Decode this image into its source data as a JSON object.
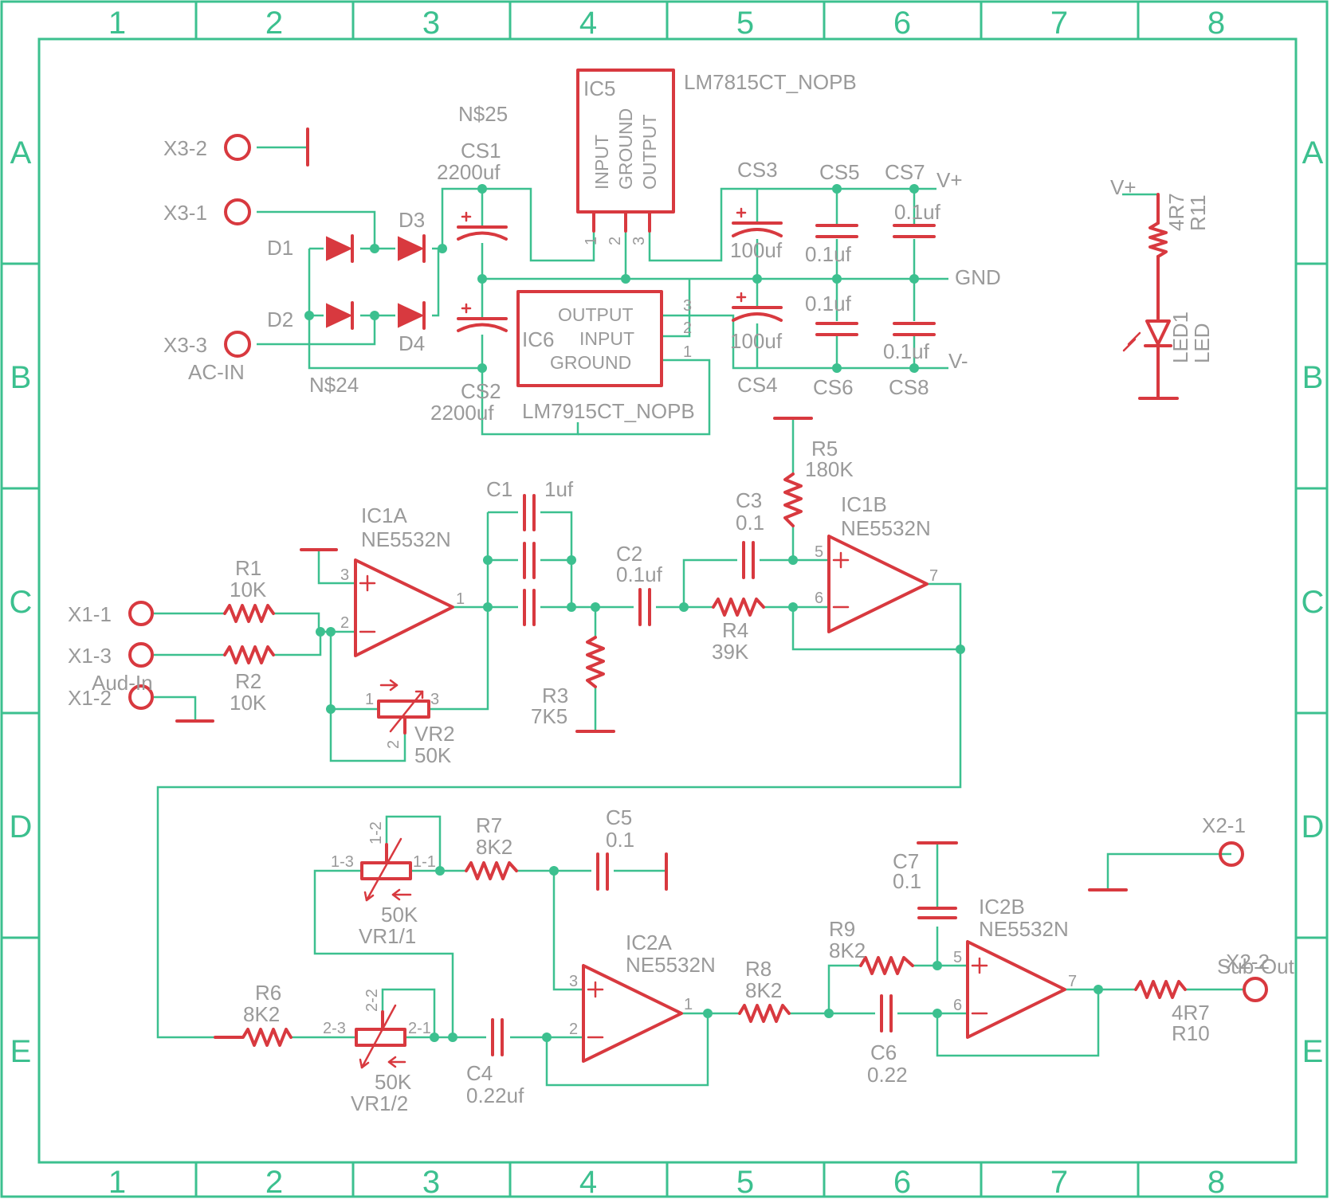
{
  "frame": {
    "columns": [
      "1",
      "2",
      "3",
      "4",
      "5",
      "6",
      "7",
      "8"
    ],
    "rows": [
      "A",
      "B",
      "C",
      "D",
      "E"
    ]
  },
  "power": {
    "x3_2": "X3-2",
    "x3_1": "X3-1",
    "x3_3": "X3-3",
    "ac_in": "AC-IN",
    "d1": "D1",
    "d2": "D2",
    "d3": "D3",
    "d4": "D4",
    "n25": "N$25",
    "n24": "N$24",
    "cs1": "CS1",
    "cs1_val": "2200uf",
    "cs2": "CS2",
    "cs2_val": "2200uf",
    "ic5": "IC5",
    "ic5_part": "LM7815CT_NOPB",
    "ic5_in": "INPUT",
    "ic5_gnd": "GROUND",
    "ic5_out": "OUTPUT",
    "ic6": "IC6",
    "ic6_part": "LM7915CT_NOPB",
    "ic6_out": "OUTPUT",
    "ic6_in": "INPUT",
    "ic6_gnd": "GROUND",
    "cs3": "CS3",
    "cs3_val": "100uf",
    "cs4": "CS4",
    "cs4_val": "100uf",
    "cs5": "CS5",
    "cs5_val": "0.1uf",
    "cs6": "CS6",
    "cs6_val": "0.1uf",
    "cs7": "CS7",
    "cs7_val": "0.1uf",
    "cs8": "CS8",
    "cs8_val": "0.1uf",
    "vplus": "V+",
    "vminus": "V-",
    "gnd": "GND",
    "p1": "1",
    "p2": "2",
    "p3": "3"
  },
  "led": {
    "vplus": "V+",
    "r11": "R11",
    "r11_val": "4R7",
    "led1": "LED1",
    "led1_val": "LED"
  },
  "stage1": {
    "x1_1": "X1-1",
    "x1_3": "X1-3",
    "x1_2": "X1-2",
    "aud_in": "Aud-In",
    "r1": "R1",
    "r1_val": "10K",
    "r2": "R2",
    "r2_val": "10K",
    "ic1a": "IC1A",
    "ic1a_part": "NE5532N",
    "c1": "C1",
    "c1_val": "1uf",
    "c2": "C2",
    "c2_val": "0.1uf",
    "r3": "R3",
    "r3_val": "7K5",
    "vr2": "VR2",
    "vr2_val": "50K",
    "c3": "C3",
    "c3_val": "0.1",
    "r4": "R4",
    "r4_val": "39K",
    "r5": "R5",
    "r5_val": "180K",
    "ic1b": "IC1B",
    "ic1b_part": "NE5532N",
    "pin1": "1",
    "pin2": "2",
    "pin3": "3",
    "pin5": "5",
    "pin6": "6",
    "pin7": "7"
  },
  "stage2": {
    "vr1_1": "VR1/1",
    "vr1_1_val": "50K",
    "vr1_2": "VR1/2",
    "vr1_2_val": "50K",
    "p1_1": "1-1",
    "p1_2": "1-2",
    "p1_3": "1-3",
    "p2_1": "2-1",
    "p2_2": "2-2",
    "p2_3": "2-3",
    "r6": "R6",
    "r6_val": "8K2",
    "r7": "R7",
    "r7_val": "8K2",
    "c5": "C5",
    "c5_val": "0.1",
    "c4": "C4",
    "c4_val": "0.22uf",
    "ic2a": "IC2A",
    "ic2a_part": "NE5532N",
    "r8": "R8",
    "r8_val": "8K2",
    "r9": "R9",
    "r9_val": "8K2",
    "c6": "C6",
    "c6_val": "0.22",
    "c7": "C7",
    "c7_val": "0.1",
    "ic2b": "IC2B",
    "ic2b_part": "NE5532N",
    "r10": "R10",
    "r10_val": "4R7",
    "x2_1": "X2-1",
    "x2_2": "X2-2",
    "sub_out": "Sub-Out"
  }
}
